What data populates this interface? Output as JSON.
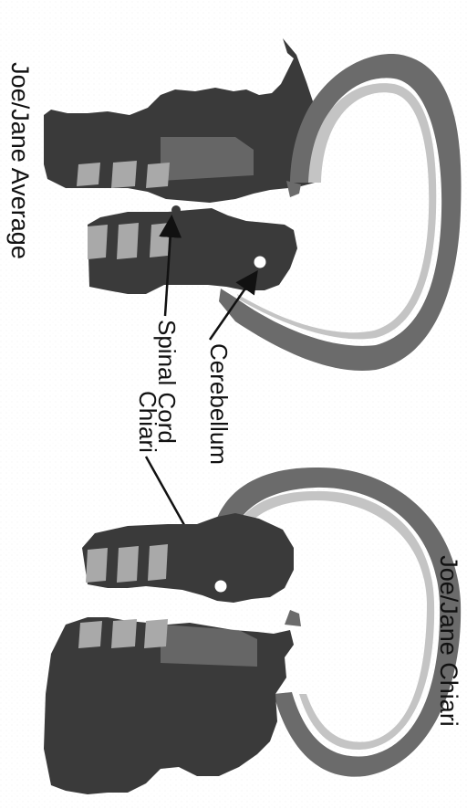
{
  "figure": {
    "panels": [
      {
        "title": "Joe/Jane Average"
      },
      {
        "title": "Joe/Jane Chiari"
      }
    ],
    "callouts": {
      "cerebellum": "Cerebellum",
      "spinal_cord": "Spinal Cord",
      "chiari": "Chiari"
    },
    "colors": {
      "tissue": "#3a3a3a",
      "skull_outer": "#6b6b6b",
      "skull_inner": "#c4c4c4",
      "marker": "#ffffff",
      "background": "#ffffff"
    }
  }
}
